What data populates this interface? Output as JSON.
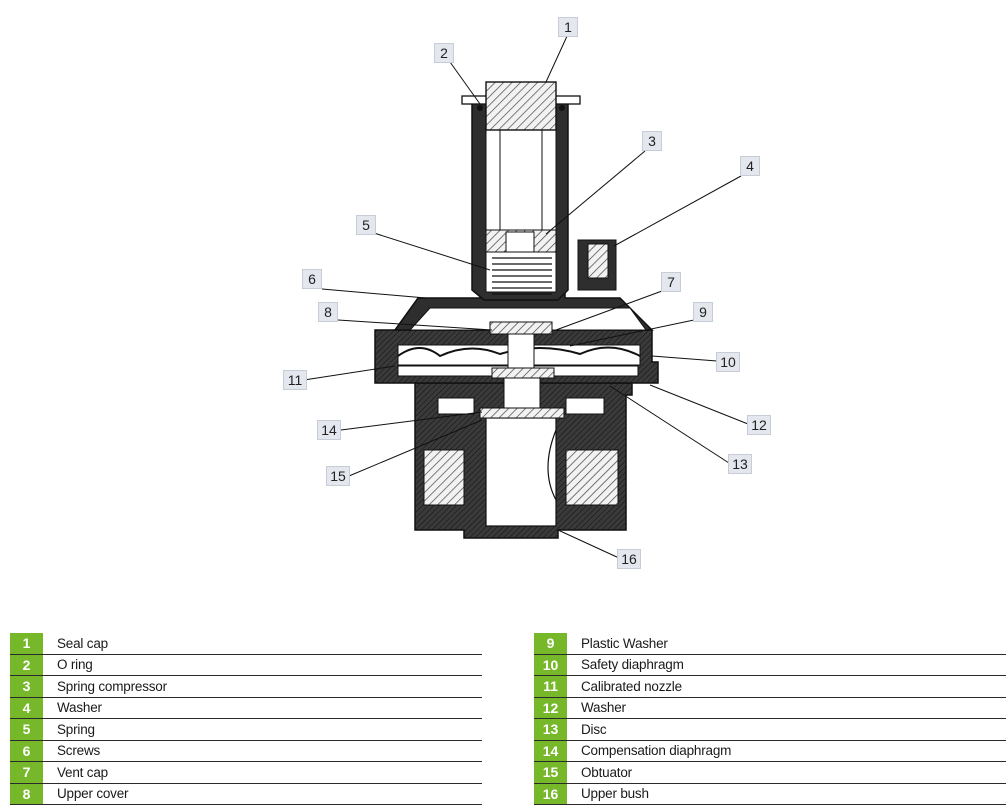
{
  "colors": {
    "legend_badge": "#76b82a",
    "callout_bg": "#e4e8ee",
    "body_fill": "#333333",
    "hatch_fill": "#cccccc"
  },
  "callouts": [
    "1",
    "2",
    "3",
    "4",
    "5",
    "6",
    "7",
    "8",
    "9",
    "10",
    "11",
    "12",
    "13",
    "14",
    "15",
    "16"
  ],
  "legend_left": [
    {
      "num": "1",
      "name": "Seal cap"
    },
    {
      "num": "2",
      "name": "O ring"
    },
    {
      "num": "3",
      "name": "Spring compressor"
    },
    {
      "num": "4",
      "name": "Washer"
    },
    {
      "num": "5",
      "name": "Spring"
    },
    {
      "num": "6",
      "name": "Screws"
    },
    {
      "num": "7",
      "name": "Vent cap"
    },
    {
      "num": "8",
      "name": "Upper cover"
    }
  ],
  "legend_right": [
    {
      "num": "9",
      "name": "Plastic Washer"
    },
    {
      "num": "10",
      "name": "Safety diaphragm"
    },
    {
      "num": "11",
      "name": "Calibrated nozzle"
    },
    {
      "num": "12",
      "name": "Washer"
    },
    {
      "num": "13",
      "name": "Disc"
    },
    {
      "num": "14",
      "name": "Compensation diaphragm"
    },
    {
      "num": "15",
      "name": "Obtuator"
    },
    {
      "num": "16",
      "name": "Upper bush"
    }
  ]
}
